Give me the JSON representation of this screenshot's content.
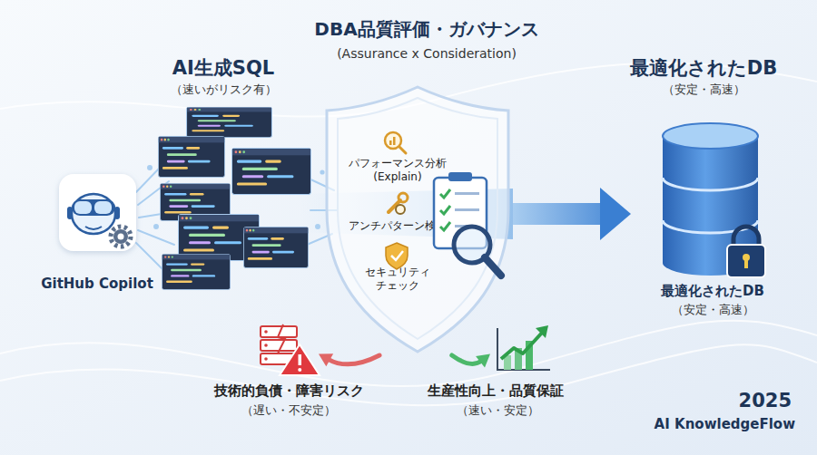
{
  "diagram": {
    "nodes": [
      {
        "text": [
          "GitHub Copilot"
        ]
      },
      {
        "text": [
          "AI生成SQL",
          "（速いがリスク有）"
        ]
      },
      {
        "text": [
          "DBA品質評価・ガバナンス",
          "(Assurance x Consideration)"
        ]
      },
      {
        "text": [
          "パフォーマンス分析 (Explain)"
        ],
        "in": 2
      },
      {
        "text": [
          "アンチパターン検出"
        ],
        "in": 2
      },
      {
        "text": [
          "セキュリティ チェック"
        ],
        "in": 2
      },
      {
        "text": [
          "最適化されたDB",
          "（安定・高速）",
          "最適化されたDB",
          "（安定・高速）"
        ]
      },
      {
        "text": [
          "技術的負債・障害リスク",
          "（遅い・不安定）"
        ]
      },
      {
        "text": [
          "生産性向上・品質保証",
          "（速い・安定）"
        ]
      }
    ],
    "edges": [
      {
        "from": 2,
        "to": 6,
        "arrow": "to"
      },
      {
        "from": 2,
        "to": 7,
        "arrow": "to"
      },
      {
        "from": 2,
        "to": 8,
        "arrow": "to"
      }
    ],
    "labels": [
      "2025",
      "AI KnowledgeFlow"
    ]
  }
}
